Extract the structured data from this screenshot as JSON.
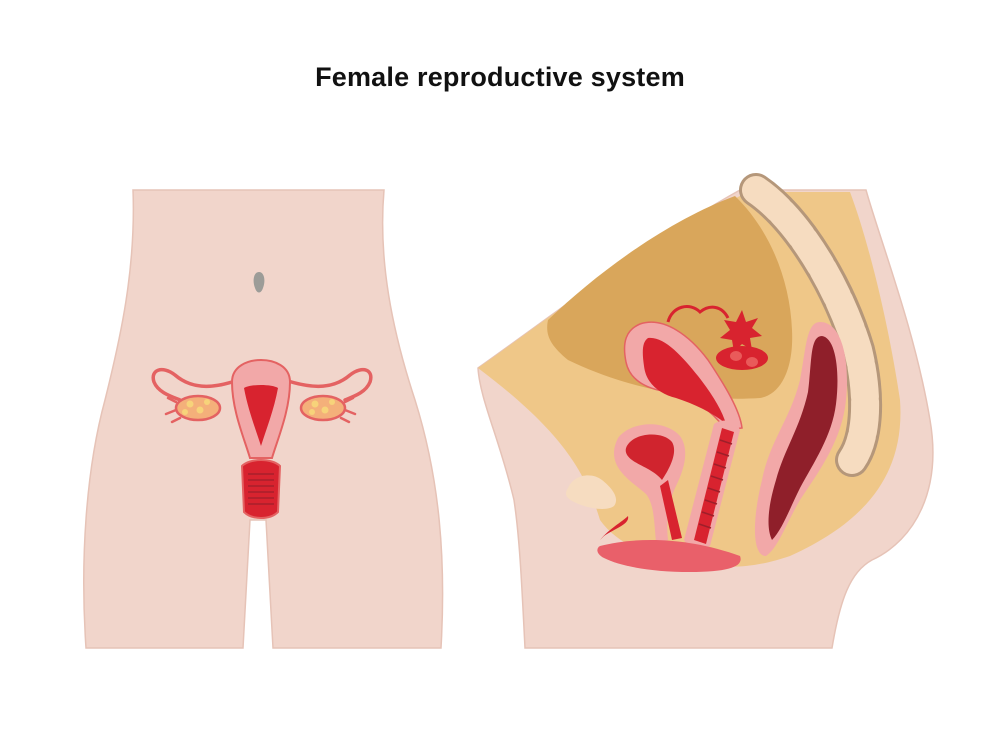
{
  "title": "Female reproductive system",
  "colors": {
    "skin": "#f1d5cb",
    "skin_outline": "#e6c3b7",
    "abdominal_cavity": "#efc788",
    "peritoneal_space": "#d9a65b",
    "uterus_wall": "#f2a8a8",
    "organ_red": "#d8232f",
    "deep_red": "#8f1f2a",
    "bladder_fill": "#d0242e",
    "ovary": "#f4b07a",
    "bone": "#f6dcc0",
    "bone_outline": "#b5977a"
  },
  "views": [
    {
      "name": "front-view",
      "icons": [
        "navel-icon",
        "uterus-icon",
        "ovary-icon",
        "fallopian-tube-icon",
        "vagina-icon"
      ]
    },
    {
      "name": "side-view",
      "icons": [
        "spine-icon",
        "uterus-icon",
        "ovary-icon",
        "bladder-icon",
        "vagina-icon",
        "rectum-icon",
        "pubic-bone-icon"
      ]
    }
  ]
}
